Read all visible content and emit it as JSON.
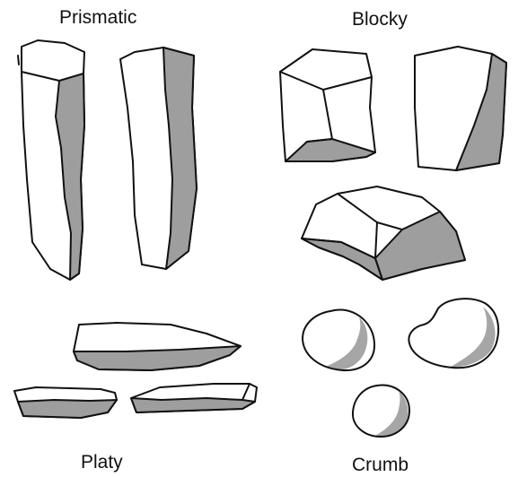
{
  "labels": {
    "prismatic": "Prismatic",
    "blocky": "Blocky",
    "platy": "Platy",
    "crumb": "Crumb"
  },
  "colors": {
    "outline": "#111111",
    "shade": "#9e9e9e",
    "background": "#ffffff"
  }
}
